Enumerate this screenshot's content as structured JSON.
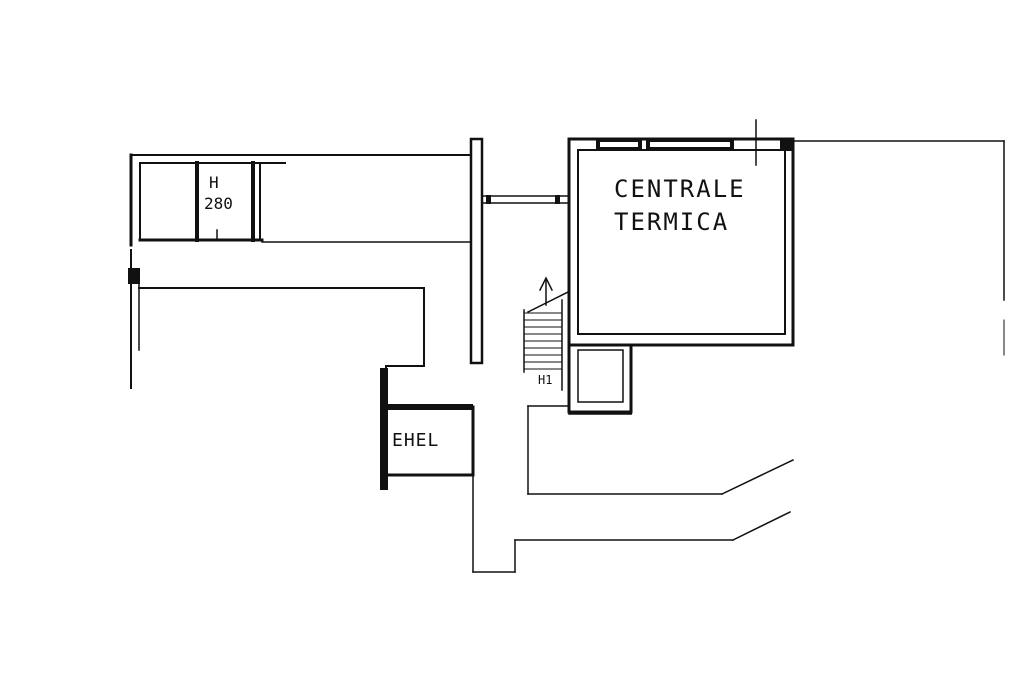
{
  "plan": {
    "room_labels": {
      "boiler_room_line1": "CENTRALE",
      "boiler_room_line2": "TERMICA",
      "enel": "EHEL"
    },
    "height_label": {
      "prefix": "H",
      "value": "280"
    },
    "stair_label": "H1",
    "colors": {
      "ink": "#111111",
      "background": "#ffffff"
    }
  }
}
